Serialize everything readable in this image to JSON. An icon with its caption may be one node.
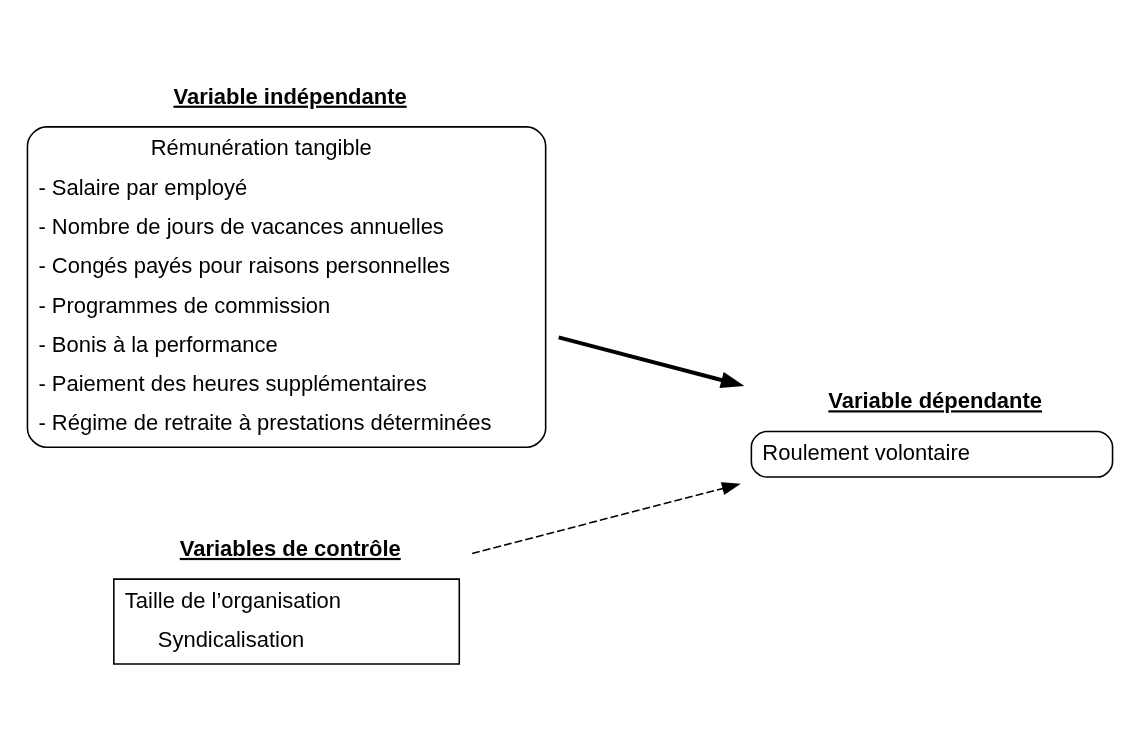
{
  "diagram": {
    "nodes": [
      {
        "text": [
          "Variable indépendante",
          "Rémunération tangible",
          "- Salaire par employé",
          "- Nombre de jours de vacances annuelles",
          "- Congés payés pour raisons personnelles",
          "- Programmes de commission",
          "- Bonis à la performance",
          "- Paiement des heures supplémentaires",
          "- Régime de retraite à prestations déterminées"
        ]
      },
      {
        "text": [
          "Variable dépendante",
          "Roulement volontaire"
        ]
      },
      {
        "text": [
          "Variables de contrôle",
          "Taille de l’organisation",
          "Syndicalisation"
        ]
      }
    ],
    "edges": [
      {
        "from": 0,
        "to": 1,
        "arrow": "to",
        "style": "thick"
      },
      {
        "from": 2,
        "to": 1,
        "arrow": "to",
        "style": "dashed"
      }
    ]
  }
}
